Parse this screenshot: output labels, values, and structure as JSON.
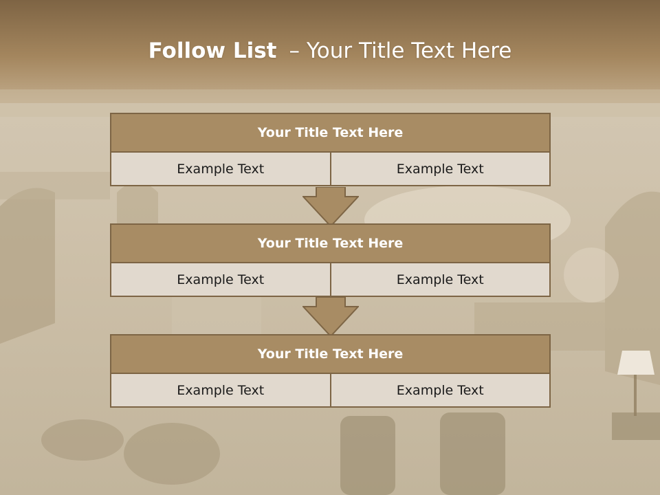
{
  "slide": {
    "title_bold": "Follow List",
    "title_dash": "–",
    "title_rest": "Your Title Text Here",
    "colors": {
      "header_band": "#a88c64",
      "border": "#7d6545",
      "cell_fill": "#e1d9ce",
      "title_text": "#ffffff"
    }
  },
  "blocks": [
    {
      "title": "Your Title Text Here",
      "cells": [
        "Example Text",
        "Example Text"
      ]
    },
    {
      "title": "Your Title Text Here",
      "cells": [
        "Example Text",
        "Example Text"
      ]
    },
    {
      "title": "Your Title Text Here",
      "cells": [
        "Example Text",
        "Example Text"
      ]
    }
  ]
}
